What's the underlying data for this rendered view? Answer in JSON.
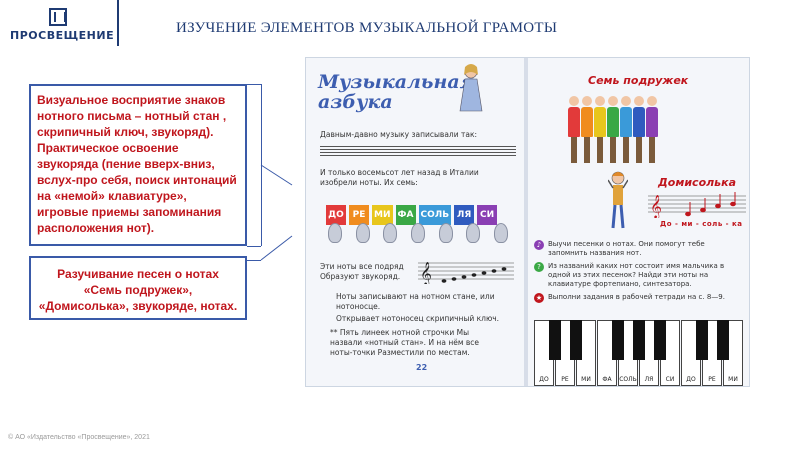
{
  "header": {
    "logo_text": "ПРОСВЕЩЕНИЕ",
    "title": "ИЗУЧЕНИЕ ЭЛЕМЕНТОВ МУЗЫКАЛЬНОЙ ГРАМОТЫ"
  },
  "callouts": {
    "first": "Визуальное восприятие знаков нотного письма – нотный стан , скрипичный ключ, звукоряд). Практическое освоение звукоряда (пение вверх-вниз, вслух-про себя, поиск интонаций на «немой» клавиатуре», игровые приемы запоминания расположения нот).",
    "second": "Разучивание песен о нотах «Семь подружек», «Домисолька», звукоряде, нотах."
  },
  "book": {
    "left": {
      "title_line1": "Музыкальная",
      "title_line2": "азбука",
      "p1": "Давным-давно музыку записывали так:",
      "p2": "И только восемьсот лет назад в Италии изобрели ноты. Их семь:",
      "notes": [
        "ДО",
        "РЕ",
        "МИ",
        "ФА",
        "СОЛЬ",
        "ЛЯ",
        "СИ"
      ],
      "note_colors": [
        "#e23a3a",
        "#f08c1e",
        "#e8c61c",
        "#3aa845",
        "#3a9ad9",
        "#2f5bbf",
        "#8a3fb3"
      ],
      "p3": "Эти ноты все подряд Образуют звукоряд.",
      "p4": "Ноты записывают на нотном стане, или нотоносце.",
      "p5": "Открывает нотоносец скрипичный ключ.",
      "poem": "** Пять линеек нотной строчки Мы назвали «нотный стан». И на нём все ноты-точки Разместили по местам.",
      "page_number": "22"
    },
    "right": {
      "title": "Семь подружек",
      "song2": "Домисолька",
      "song2_sub": "До - ми - соль - ка",
      "task1": "Выучи песенки о нотах. Они помогут тебе запомнить названия нот.",
      "task2": "Из названий каких нот состоит имя мальчика в одной из этих песенок? Найди эти ноты на клавиатуре фортепиано, синтезатора.",
      "task3": "Выполни задания в рабочей тетради на с. 8—9.",
      "keys": [
        "ДО",
        "РЕ",
        "МИ",
        "ФА",
        "СОЛЬ",
        "ЛЯ",
        "СИ",
        "ДО",
        "РЕ",
        "МИ"
      ]
    }
  },
  "footer": {
    "copyright": "© АО «Издательство «Просвещение», 2021"
  }
}
